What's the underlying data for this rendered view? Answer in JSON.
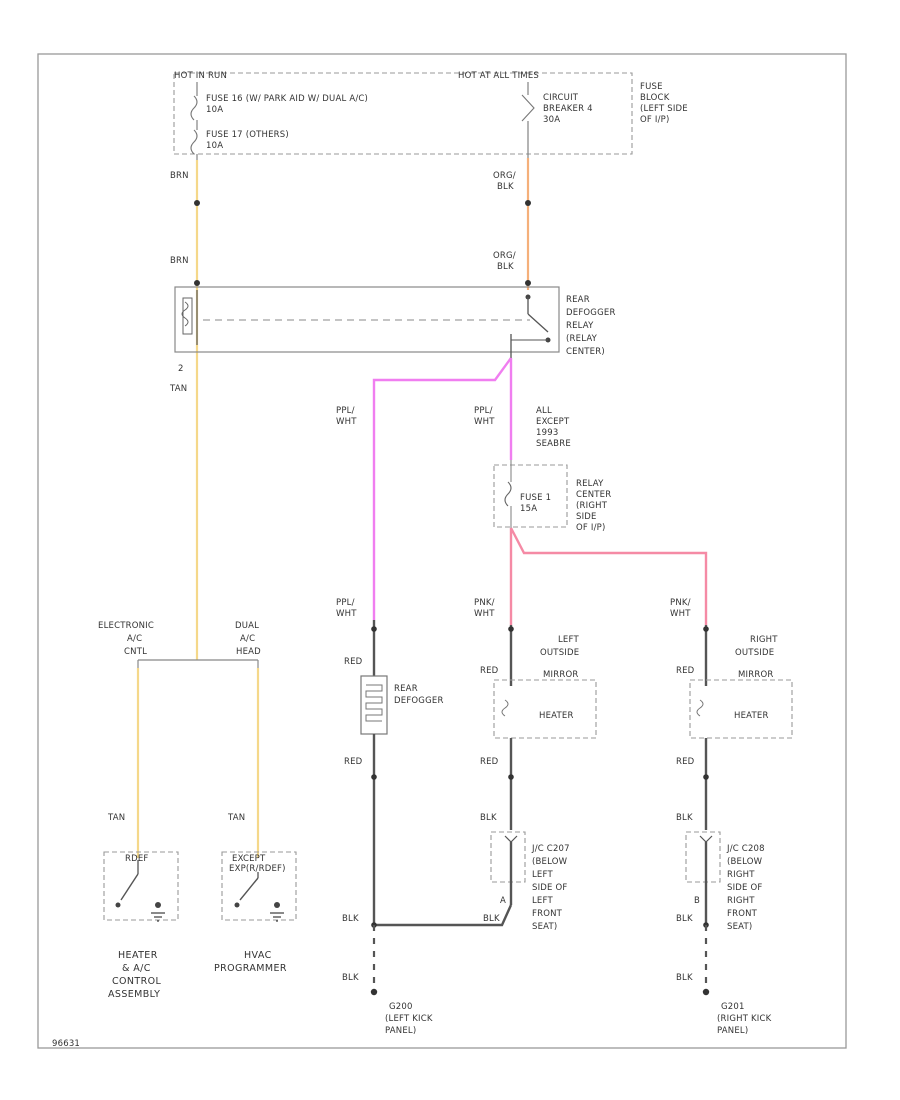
{
  "diagram": {
    "header": {
      "hot_in_run": "HOT IN RUN",
      "hot_at_all_times": "HOT AT ALL TIMES"
    },
    "fuse_block": {
      "fuse16_line1": "FUSE 16   (W/ PARK AID W/ DUAL A/C)",
      "fuse16_line2": "10A",
      "fuse17_line1": "FUSE 17   (OTHERS)",
      "fuse17_line2": "10A",
      "circuit_breaker": [
        "CIRCUIT",
        "BREAKER 4",
        "30A"
      ],
      "location": [
        "FUSE",
        "BLOCK",
        "(LEFT SIDE",
        "OF I/P)"
      ]
    },
    "wires": {
      "brn_1": "BRN",
      "brn_2": "BRN",
      "org_blk_1": [
        "ORG/",
        "BLK"
      ],
      "org_blk_2": [
        "ORG/",
        "BLK"
      ],
      "tan_main": "TAN",
      "ppl_wht_left": [
        "PPL/",
        "WHT"
      ],
      "ppl_wht_center": [
        "PPL/",
        "WHT"
      ],
      "ppl_wht_defogger": [
        "PPL/",
        "WHT"
      ],
      "pnk_wht_left": [
        "PNK/",
        "WHT"
      ],
      "pnk_wht_right": [
        "PNK/",
        "WHT"
      ],
      "red_defogger_top": "RED",
      "red_defogger_bottom": "RED",
      "red_left_top": "RED",
      "red_left_bottom": "RED",
      "red_right_top": "RED",
      "red_right_bottom": "RED",
      "blk_left_1": "BLK",
      "blk_right_1": "BLK",
      "blk_def_1": "BLK",
      "blk_def_2": "BLK",
      "blk_center": "BLK",
      "blk_right_2": "BLK",
      "blk_right_3": "BLK",
      "tan_left": "TAN",
      "tan_right": "TAN"
    },
    "relay": {
      "label": [
        "REAR",
        "DEFOGGER",
        "RELAY",
        "(RELAY",
        "CENTER)"
      ],
      "pin2": "2"
    },
    "center_note": [
      "ALL",
      "EXCEPT",
      "1993",
      "SEABRE"
    ],
    "relay_center_fuse": {
      "fuse_line1": "FUSE 1",
      "fuse_line2": "15A",
      "location": [
        "RELAY",
        "CENTER",
        "(RIGHT",
        "SIDE",
        "OF I/P)"
      ]
    },
    "controls": {
      "electronic": [
        "ELECTRONIC",
        "A/C",
        "CNTL"
      ],
      "dual": [
        "DUAL",
        "A/C",
        "HEAD"
      ],
      "rdef_left": "RDEF",
      "rdef_right": [
        "EXCEPT",
        "EXP(R/RDEF)"
      ]
    },
    "components": {
      "rear_defogger": [
        "REAR",
        "DEFOGGER"
      ],
      "left_mirror": [
        "LEFT",
        "OUTSIDE",
        "MIRROR"
      ],
      "right_mirror": [
        "RIGHT",
        "OUTSIDE",
        "MIRROR"
      ],
      "heater_left": "HEATER",
      "heater_right": "HEATER",
      "left_conn": [
        "J/C C207",
        "(BELOW",
        "LEFT",
        "SIDE OF",
        "LEFT",
        "FRONT",
        "SEAT)"
      ],
      "right_conn": [
        "J/C C208",
        "(BELOW",
        "RIGHT",
        "SIDE OF",
        "RIGHT",
        "FRONT",
        "SEAT)"
      ],
      "heater_control": [
        "HEATER",
        "& A/C",
        "CONTROL",
        "ASSEMBLY"
      ],
      "hvac_programmer": [
        "HVAC",
        "PROGRAMMER"
      ],
      "ground_left": [
        "G200",
        "(LEFT KICK",
        "PANEL)"
      ],
      "ground_right": [
        "G201",
        "(RIGHT KICK",
        "PANEL)"
      ],
      "pin_a": "A",
      "pin_b": "B"
    },
    "footer_id": "96631"
  },
  "colors": {
    "tan_wire": "#f5d88a",
    "orange_wire": "#f5b07a",
    "purple_wire": "#f07ef0",
    "pink_wire": "#f58aa5",
    "black_wire": "#555555",
    "border": "#999999"
  }
}
